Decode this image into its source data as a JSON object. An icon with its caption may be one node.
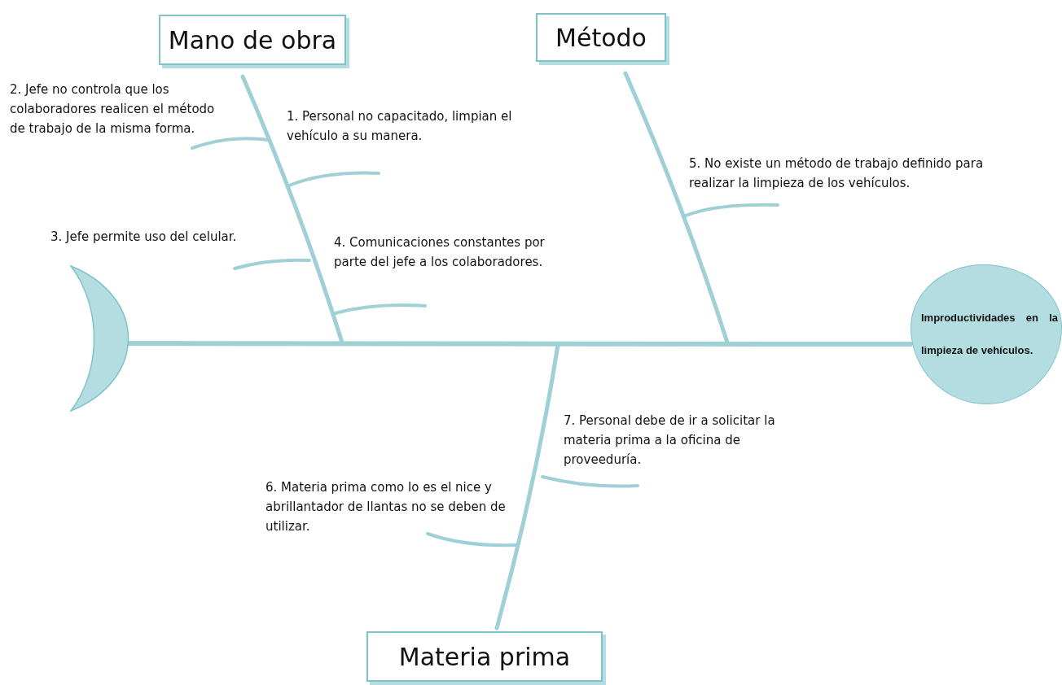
{
  "diagram": {
    "nodes": [
      {
        "text": [
          "Mano de obra"
        ]
      },
      {
        "text": [
          "Método"
        ]
      },
      {
        "text": [
          "Materia prima"
        ]
      },
      {
        "text": [
          "Improductividades en la limpieza de vehículos."
        ]
      },
      {
        "text": [],
        "shape": "crescent"
      }
    ],
    "edges": [
      {
        "from": 4,
        "to": 3,
        "arrow": "none"
      },
      {
        "from": 0,
        "to": null,
        "arrow": "none"
      },
      {
        "from": 1,
        "to": null,
        "arrow": "none"
      },
      {
        "from": 2,
        "to": null,
        "arrow": "none"
      }
    ],
    "labels": [
      "2. Jefe no controla que los colaboradores realicen el método de trabajo de la misma forma.",
      "1. Personal no capacitado, limpian el vehículo a su manera.",
      "5. No existe un método de trabajo definido para realizar la limpieza de los vehículos.",
      "3. Jefe permite uso del celular.",
      "4. Comunicaciones constantes por parte del jefe a los colaboradores.",
      "7. Personal debe de ir a solicitar la materia prima a la oficina de proveeduría.",
      "6. Materia prima como lo es el nice y abrillantador de llantas no se deben de utilizar."
    ]
  }
}
